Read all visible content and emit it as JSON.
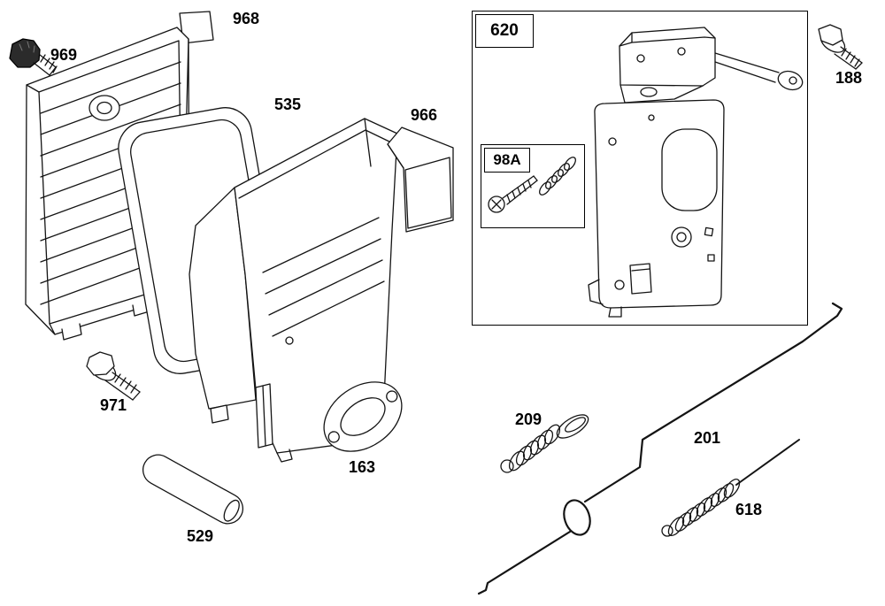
{
  "diagram": {
    "kind": "exploded-parts-diagram",
    "background": "#ffffff",
    "line_color": "#141414"
  },
  "labels": {
    "p968": "968",
    "p969": "969",
    "p535": "535",
    "p966": "966",
    "p971": "971",
    "p163": "163",
    "p529": "529",
    "p620": "620",
    "p98A": "98A",
    "p188": "188",
    "p209": "209",
    "p201": "201",
    "p618": "618"
  },
  "parts": [
    {
      "label": "968",
      "drawing": "louvered-cover-panel"
    },
    {
      "label": "969",
      "drawing": "knob-screw"
    },
    {
      "label": "535",
      "drawing": "filter-cartridge"
    },
    {
      "label": "966",
      "drawing": "muffler-guard-cover"
    },
    {
      "label": "971",
      "drawing": "hex-screw"
    },
    {
      "label": "163",
      "drawing": "gasket"
    },
    {
      "label": "529",
      "drawing": "tube"
    },
    {
      "label": "620",
      "drawing": "control-bracket-assembly"
    },
    {
      "label": "98A",
      "drawing": "screw-and-spring-kit"
    },
    {
      "label": "188",
      "drawing": "hex-bolt"
    },
    {
      "label": "209",
      "drawing": "spring-with-loop"
    },
    {
      "label": "201",
      "drawing": "governor-link-rod"
    },
    {
      "label": "618",
      "drawing": "extension-spring"
    }
  ]
}
